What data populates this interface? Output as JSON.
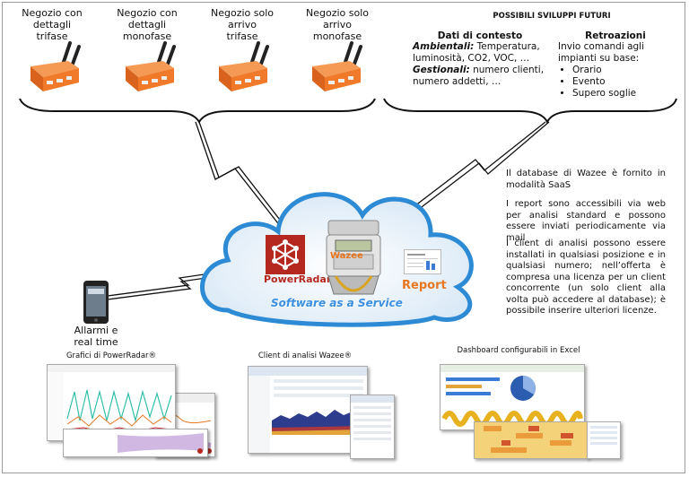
{
  "devices": [
    {
      "line1": "Negozio con dettagli",
      "line2": "trifase"
    },
    {
      "line1": "Negozio con dettagli",
      "line2": "monofase"
    },
    {
      "line1": "Negozio solo arrivo",
      "line2": "trifase"
    },
    {
      "line1": "Negozio solo arrivo",
      "line2": "monofase"
    }
  ],
  "future": {
    "title": "POSSIBILI SVILUPPI FUTURI",
    "context_title": "Dati di contesto",
    "env_label": "Ambientali:",
    "env_text": " Temperatura, luminosità, CO2, VOC, …",
    "mgmt_label": "Gestionali:",
    "mgmt_text": " numero clienti, numero addetti, …",
    "feedback_title": "Retroazioni",
    "feedback_intro": "Invio comandi agli impianti su base:",
    "feedback_items": [
      "Orario",
      "Evento",
      "Supero soglie"
    ]
  },
  "info": {
    "p1": "Il database di Wazee è fornito in modalità SaaS",
    "p2": "I report sono accessibili via web per analisi standard e possono essere inviati periodicamente via mail",
    "p3": "I client di analisi possono essere installati in qualsiasi posizione e in qualsiasi numero; nell’offerta è compresa una licenza per un client concorrente (un solo client alla volta può accedere al database); è possibile inserire ulteriori licenze."
  },
  "cloud": {
    "powerradar": "PowerRadar",
    "wazee": "Wazee",
    "report": "Report",
    "saas": "Software as a Service"
  },
  "phone": {
    "line1": "Allarmi e",
    "line2": "real time"
  },
  "screens": [
    {
      "caption": "Grafici di PowerRadar®"
    },
    {
      "caption": "Client di analisi Wazee®"
    },
    {
      "caption": "Dashboard configurabili in Excel"
    }
  ],
  "colors": {
    "device_orange": "#f07a2a",
    "cloud_blue": "#2d8ad4",
    "powerradar_red": "#b5281f",
    "report_orange": "#e8761f"
  }
}
